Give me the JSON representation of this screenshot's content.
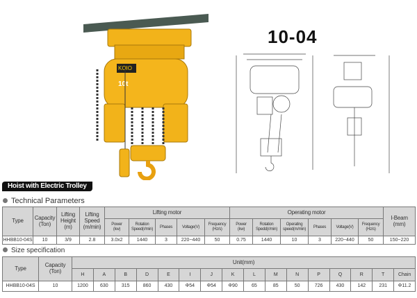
{
  "product": {
    "model": "10-04",
    "banner": "Hoist with Electric Trolley",
    "hoist_label": "KOIO 10t"
  },
  "technical": {
    "title": "Technical Parameters",
    "headers": {
      "type": "Type",
      "capacity": "Capacity\n(Ton)",
      "lifting_height": "Lifting\nHeight\n(m)",
      "lifting_speed": "Lifting\nSpeed\n(m/min)",
      "lifting_motor": "Lifting motor",
      "operating_motor": "Operating motor",
      "ibeam": "I-Beam\n(mm)"
    },
    "lifting_sub": [
      "Power\n(kw)",
      "Rotation\nSpeed(r/min)",
      "Phases",
      "Voltage(V)",
      "Frequency\n(Hz/s)"
    ],
    "operating_sub": [
      "Power\n(kw)",
      "Rotation\nSpedd(r/min)",
      "Operating\nspeed(m/min)",
      "Phases",
      "Voltage(V)",
      "Frequency\n(Hz/s)"
    ],
    "row": [
      "HHBB10-04S",
      "10",
      "3/9",
      "2.8",
      "3.0x2",
      "1440",
      "3",
      "220~440",
      "50",
      "0.75",
      "1440",
      "10",
      "3",
      "220~440",
      "50",
      "150~220"
    ]
  },
  "size": {
    "title": "Size specification",
    "headers": {
      "type": "Type",
      "capacity": "Capacity\n(Ton)",
      "unit": "Unit(mm)"
    },
    "cols": [
      "H",
      "A",
      "B",
      "D",
      "E",
      "I",
      "J",
      "K",
      "L",
      "M",
      "N",
      "P",
      "Q",
      "R",
      "T",
      "Chain"
    ],
    "row": [
      "HHBB10-04S",
      "10",
      "1200",
      "630",
      "315",
      "860",
      "430",
      "Φ54",
      "Φ54",
      "Φ90",
      "65",
      "85",
      "50",
      "726",
      "430",
      "142",
      "231",
      "Φ11.2"
    ]
  }
}
